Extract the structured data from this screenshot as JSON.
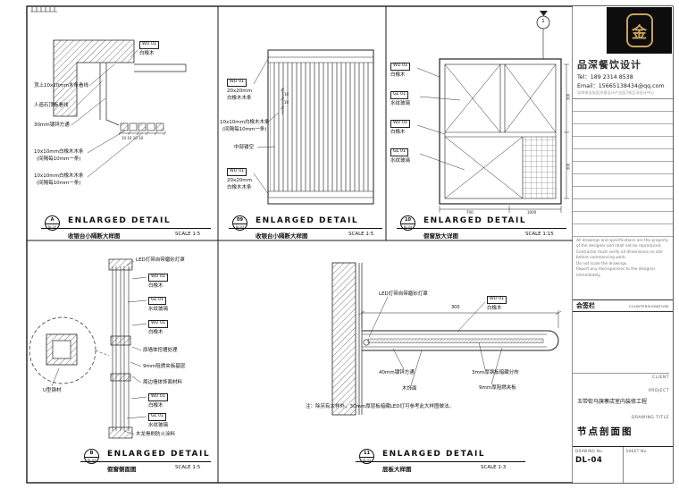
{
  "footers": {
    "a": {
      "bubble_top": "A",
      "bubble_bottom": "DL-03",
      "title": "ENLARGED DETAIL",
      "caption": "收银台小隔断大样图",
      "scale": "SCALE 1:5"
    },
    "p09": {
      "bubble_top": "09",
      "bubble_bottom": "DL-03",
      "title": "ENLARGED DETAIL",
      "caption": "收银台小隔断大样图",
      "scale": "SCALE 1:5"
    },
    "p10": {
      "bubble_top": "10",
      "bubble_bottom": "DL-04",
      "title": "ENLARGED DETAIL",
      "caption": "假窗放大详图",
      "scale": "SCALE 1:15"
    },
    "b": {
      "bubble_top": "B",
      "bubble_bottom": "DL-04",
      "title": "ENLARGED DETAIL",
      "caption": "假窗侧面图",
      "scale": "SCALE 1:5"
    },
    "p11": {
      "bubble_top": "11",
      "bubble_bottom": "DL-04",
      "title": "ENLARGED DETAIL",
      "caption": "层板大样图",
      "scale": "SCALE 1:3"
    }
  },
  "panels": {
    "a": {
      "tag": {
        "code": "WD 01",
        "material": "白橡木"
      },
      "labels": {
        "l1": "顶上10x10mm木条看线",
        "l2": "人造石顶板看线",
        "l3": "30mm镀锌方通",
        "l4a": "10x10mm白橡木木条",
        "l4b": "(间隔每10mm一条)",
        "l5a": "10x10mm白橡木木条",
        "l5b": "(间隔每10mm一条)",
        "dims": "10 10 10 10"
      }
    },
    "p09": {
      "tag_top": {
        "code": "WD 01",
        "size": "20x20mm",
        "material": "白橡木木条"
      },
      "tag_bottom": {
        "code": "WD 01",
        "size": "20x20mm",
        "material": "白橡木木条"
      },
      "labels": {
        "l1a": "10x10mm白橡木木条",
        "l1b": "(间隔每10mm一条)",
        "l2": "中部镂空"
      },
      "dims": {
        "d1": "10",
        "d2": "10"
      }
    },
    "p10": {
      "tags": [
        {
          "code": "WD 01",
          "material": "白橡木"
        },
        {
          "code": "GL 01",
          "material": "水纹玻璃"
        },
        {
          "code": "WD 01",
          "material": "白橡木"
        },
        {
          "code": "GL 01",
          "material": "水纹玻璃"
        }
      ],
      "flag": "1",
      "dims": {
        "r1": "300",
        "r2": "300",
        "b1": "700",
        "b2": "1000"
      }
    },
    "b": {
      "tags": [
        {
          "code": "WD 01",
          "material": "白橡木"
        },
        {
          "code": "GL 01",
          "material": "水纹玻璃"
        },
        {
          "code": "WD 01",
          "material": "白橡木"
        },
        {
          "code": "WD 01",
          "material": "白橡木"
        },
        {
          "code": "GL 01",
          "material": "水纹玻璃"
        }
      ],
      "labels": {
        "led": "LED灯带自带磨砂灯罩",
        "wall": "原墙体挖槽处理",
        "plywood": "9mm阻燃夹板基层",
        "finish": "周边墙体饰面材料",
        "keel": "木龙骨刷防火涂料",
        "usteel": "U型钢材"
      }
    },
    "p11": {
      "dim": "300",
      "tag": {
        "code": "WD 01",
        "material": "白橡木"
      },
      "labels": {
        "led": "LED灯带自带磨砂灯罩",
        "tube": "40mm镀锌方通",
        "veneer": "木饰面",
        "steel": "3mm厚钢板暗藏分布",
        "plywood": "9mm厚阻燃夹板",
        "note": "注：除另有大样外，30mm厚层板暗藏LED灯可参考此大样图做法。"
      }
    }
  },
  "titleblock": {
    "logo_glyph": "金",
    "brand": "品深餐饮设计",
    "tel_label": "Tel：",
    "tel": "189 2314 8538",
    "email_label": "Email：",
    "email": "15665138434@qq.com",
    "address": "深圳市宝安区创意设计产业园7栋品深设计中心",
    "notes": [
      "All drawings and specifications are the property of the designer and shall not be reproduced.",
      "Contractor must verify all dimensions on site before commencing work.",
      "Do not scale the drawings.",
      "Report any discrepancies to the designer immediately."
    ],
    "countersign_cn": "会签栏",
    "countersign_en": "COUNTERSIGNATURE",
    "client_label": "CLIENT",
    "project_label": "PROJECT",
    "project_name": "玉带街马旗寨店室内装修工程",
    "drawing_title_label": "DRAWING TITLE",
    "drawing_title": "节点剖面图",
    "drawing_no_label": "DRAWING No.",
    "drawing_no": "DL-04",
    "sheet_no_label": "SHEET No.",
    "colors": {
      "accent_gold": "#c9a05e",
      "line": "#1a1a1a"
    }
  }
}
